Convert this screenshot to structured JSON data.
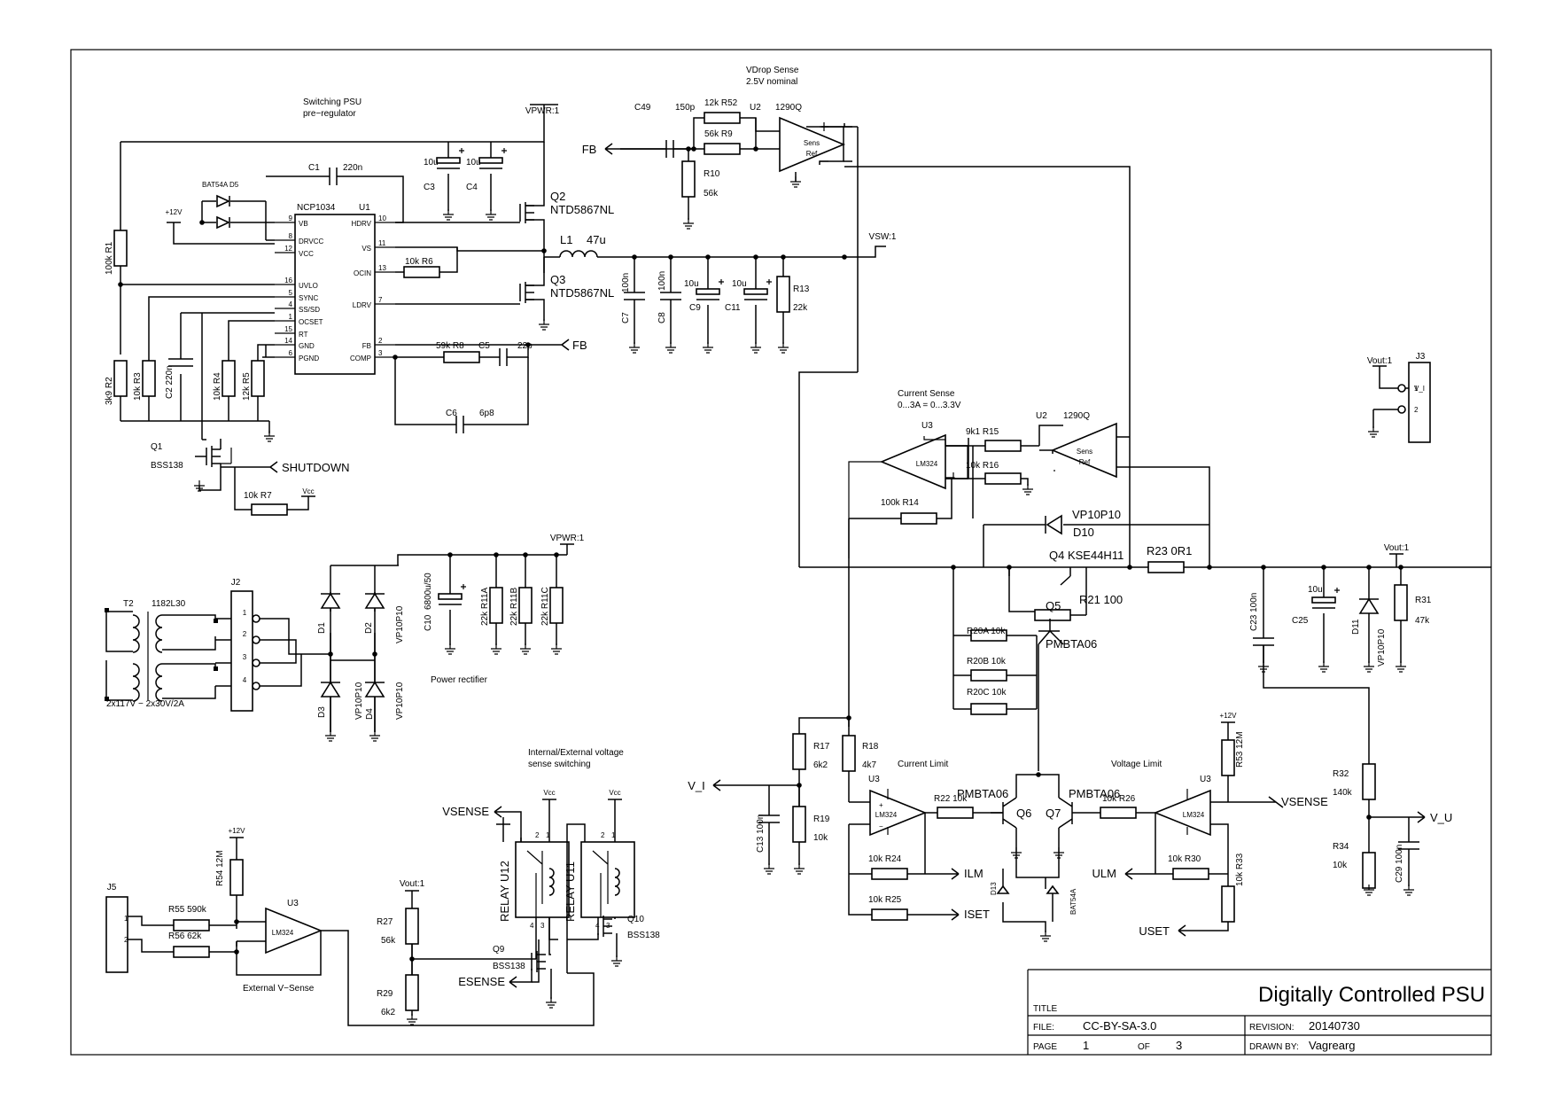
{
  "title_block": {
    "title_label": "TITLE",
    "title": "Digitally Controlled PSU",
    "file_label": "FILE:",
    "file": "CC-BY-SA-3.0",
    "revision_label": "REVISION:",
    "revision": "20140730",
    "page_label": "PAGE",
    "page": "1",
    "of_label": "OF",
    "of": "3",
    "drawn_by_label": "DRAWN BY:",
    "drawn_by": "Vagrearg"
  },
  "sections": {
    "switching_1": "Switching PSU",
    "switching_2": "pre−regulator",
    "vdrop_1": "VDrop Sense",
    "vdrop_2": "2.5V nominal",
    "current_sense_1": "Current Sense",
    "current_sense_2": "0...3A = 0...3.3V",
    "power_rectifier": "Power rectifier",
    "int_ext_1": "Internal/External voltage",
    "int_ext_2": "sense switching",
    "current_limit": "Current Limit",
    "voltage_limit": "Voltage Limit",
    "external_vsense": "External V−Sense"
  },
  "nets": {
    "vpwr": "VPWR:1",
    "vsw": "VSW:1",
    "vout": "Vout:1",
    "fb": "FB",
    "shutdown": "SHUTDOWN",
    "vcc": "Vcc",
    "p12v": "+12V",
    "v_i": "V_I",
    "v_u": "V_U",
    "vsense": "VSENSE",
    "esense": "ESENSE",
    "ilm": "ILM",
    "iset": "ISET",
    "ulm": "ULM",
    "uset": "USET"
  },
  "u1": {
    "ref": "U1",
    "part": "NCP1034",
    "left_pins": [
      {
        "num": "9",
        "name": "VB"
      },
      {
        "num": "8",
        "name": "DRVCC"
      },
      {
        "num": "12",
        "name": "VCC"
      },
      {
        "num": "16",
        "name": "UVLO"
      },
      {
        "num": "5",
        "name": "SYNC"
      },
      {
        "num": "4",
        "name": "SS/SD"
      },
      {
        "num": "1",
        "name": "OCSET"
      },
      {
        "num": "15",
        "name": "RT"
      },
      {
        "num": "14",
        "name": "GND"
      },
      {
        "num": "6",
        "name": "PGND"
      }
    ],
    "right_pins": [
      {
        "num": "10",
        "name": "HDRV"
      },
      {
        "num": "11",
        "name": "VS"
      },
      {
        "num": "13",
        "name": "OCIN"
      },
      {
        "num": "7",
        "name": "LDRV"
      },
      {
        "num": "2",
        "name": "FB"
      },
      {
        "num": "3",
        "name": "COMP"
      }
    ]
  },
  "labels": [
    {
      "id": "c1",
      "text": "C1"
    },
    {
      "id": "c1v",
      "text": "220n"
    },
    {
      "id": "d5",
      "text": "BAT54A   D5"
    },
    {
      "id": "c3v",
      "text": "10u"
    },
    {
      "id": "c3",
      "text": "C3"
    },
    {
      "id": "c4v",
      "text": "10u"
    },
    {
      "id": "c4",
      "text": "C4"
    },
    {
      "id": "q2",
      "text": "Q2"
    },
    {
      "id": "q2p",
      "text": "NTD5867NL"
    },
    {
      "id": "q3",
      "text": "Q3"
    },
    {
      "id": "q3p",
      "text": "NTD5867NL"
    },
    {
      "id": "l1",
      "text": "L1"
    },
    {
      "id": "l1v",
      "text": "47u"
    },
    {
      "id": "r6",
      "text": "10k  R6"
    },
    {
      "id": "r8",
      "text": "59k  R8"
    },
    {
      "id": "c5",
      "text": "C5"
    },
    {
      "id": "c5v",
      "text": "22p"
    },
    {
      "id": "c6",
      "text": "C6"
    },
    {
      "id": "c6v",
      "text": "6p8"
    },
    {
      "id": "c7",
      "text": "C7"
    },
    {
      "id": "c7v",
      "text": "100n"
    },
    {
      "id": "c8",
      "text": "C8"
    },
    {
      "id": "c8v",
      "text": "100n"
    },
    {
      "id": "c9v",
      "text": "10u"
    },
    {
      "id": "c9",
      "text": "C9"
    },
    {
      "id": "c11v",
      "text": "10u"
    },
    {
      "id": "c11",
      "text": "C11"
    },
    {
      "id": "r13",
      "text": "R13"
    },
    {
      "id": "r13v",
      "text": "22k"
    },
    {
      "id": "r1",
      "text": "100k  R1"
    },
    {
      "id": "r2",
      "text": "3k9  R2"
    },
    {
      "id": "r3",
      "text": "10k  R3"
    },
    {
      "id": "c2",
      "text": "C2   220n"
    },
    {
      "id": "r4",
      "text": "10k  R4"
    },
    {
      "id": "r5",
      "text": "12k  R5"
    },
    {
      "id": "q1",
      "text": "Q1"
    },
    {
      "id": "q1p",
      "text": "BSS138"
    },
    {
      "id": "r7",
      "text": "10k  R7"
    },
    {
      "id": "c49",
      "text": "C49"
    },
    {
      "id": "c49v",
      "text": "150p"
    },
    {
      "id": "r52",
      "text": "12k  R52"
    },
    {
      "id": "r9",
      "text": "56k  R9"
    },
    {
      "id": "r10",
      "text": "R10"
    },
    {
      "id": "r10v",
      "text": "56k"
    },
    {
      "id": "u2a",
      "text": "U2"
    },
    {
      "id": "u2ap",
      "text": "1290Q"
    },
    {
      "id": "u2b",
      "text": "U2"
    },
    {
      "id": "u2bp",
      "text": "1290Q"
    },
    {
      "id": "sens1",
      "text": "Sens"
    },
    {
      "id": "ref1",
      "text": "Ref"
    },
    {
      "id": "sens2",
      "text": "Sens"
    },
    {
      "id": "ref2",
      "text": "Ref"
    },
    {
      "id": "u3a",
      "text": "U3"
    },
    {
      "id": "lm324a",
      "text": "LM324"
    },
    {
      "id": "r15",
      "text": "9k1  R15"
    },
    {
      "id": "r16",
      "text": "10k  R16"
    },
    {
      "id": "r14",
      "text": "100k      R14"
    },
    {
      "id": "d10",
      "text": "VP10P10"
    },
    {
      "id": "d10r",
      "text": "D10"
    },
    {
      "id": "q4",
      "text": "Q4   KSE44H11"
    },
    {
      "id": "r23",
      "text": "R23  0R1"
    },
    {
      "id": "q5",
      "text": "Q5"
    },
    {
      "id": "r21",
      "text": "R21  100"
    },
    {
      "id": "r20a",
      "text": "R20A  10k"
    },
    {
      "id": "r20b",
      "text": "R20B  10k"
    },
    {
      "id": "r20c",
      "text": "R20C  10k"
    },
    {
      "id": "q5p",
      "text": "PMBTA06"
    },
    {
      "id": "c23",
      "text": "C23   100n"
    },
    {
      "id": "c25v",
      "text": "10u"
    },
    {
      "id": "c25",
      "text": "C25"
    },
    {
      "id": "d11",
      "text": "D11"
    },
    {
      "id": "d11p",
      "text": "VP10P10"
    },
    {
      "id": "r31",
      "text": "R31"
    },
    {
      "id": "r31v",
      "text": "47k"
    },
    {
      "id": "j3",
      "text": "J3"
    },
    {
      "id": "t2",
      "text": "T2"
    },
    {
      "id": "t2p",
      "text": "1182L30"
    },
    {
      "id": "t2r",
      "text": "2x117V − 2x30V/2A"
    },
    {
      "id": "j2",
      "text": "J2"
    },
    {
      "id": "d1",
      "text": "D1"
    },
    {
      "id": "d2",
      "text": "VP10P10"
    },
    {
      "id": "d2r",
      "text": "D2"
    },
    {
      "id": "d3",
      "text": "D3"
    },
    {
      "id": "d3p",
      "text": "VP10P10"
    },
    {
      "id": "d4",
      "text": "D4"
    },
    {
      "id": "d4p",
      "text": "VP10P10"
    },
    {
      "id": "d1p",
      "text": "VP10P10"
    },
    {
      "id": "c10",
      "text": "C10"
    },
    {
      "id": "c10v",
      "text": "6800u/50"
    },
    {
      "id": "r11a",
      "text": "22k  R11A"
    },
    {
      "id": "r11b",
      "text": "22k  R11B"
    },
    {
      "id": "r11c",
      "text": "22k  R11C"
    },
    {
      "id": "r17",
      "text": "R17"
    },
    {
      "id": "r17v",
      "text": "6k2"
    },
    {
      "id": "r18",
      "text": "R18"
    },
    {
      "id": "r18v",
      "text": "4k7"
    },
    {
      "id": "r19",
      "text": "R19"
    },
    {
      "id": "r19v",
      "text": "10k"
    },
    {
      "id": "c13",
      "text": "C13   100n"
    },
    {
      "id": "u3b",
      "text": "U3"
    },
    {
      "id": "lm324b",
      "text": "LM324"
    },
    {
      "id": "r22",
      "text": "R22  10k"
    },
    {
      "id": "pmb6",
      "text": "PMBTA06"
    },
    {
      "id": "q6",
      "text": "Q6"
    },
    {
      "id": "pmb7",
      "text": "PMBTA06"
    },
    {
      "id": "q7",
      "text": "Q7"
    },
    {
      "id": "r24",
      "text": "10k  R24"
    },
    {
      "id": "r25",
      "text": "10k  R25"
    },
    {
      "id": "d13",
      "text": "D13"
    },
    {
      "id": "bat54a",
      "text": "BAT54A"
    },
    {
      "id": "r26",
      "text": "10k  R26"
    },
    {
      "id": "u3c",
      "text": "U3"
    },
    {
      "id": "lm324c",
      "text": "LM324"
    },
    {
      "id": "r30",
      "text": "10k  R30"
    },
    {
      "id": "r33",
      "text": "10k  R33"
    },
    {
      "id": "r53",
      "text": "R53  12M"
    },
    {
      "id": "r32",
      "text": "R32"
    },
    {
      "id": "r32v",
      "text": "140k"
    },
    {
      "id": "r34",
      "text": "R34"
    },
    {
      "id": "r34v",
      "text": "10k"
    },
    {
      "id": "c29",
      "text": "C29   100n"
    },
    {
      "id": "j5",
      "text": "J5"
    },
    {
      "id": "r55",
      "text": "R55  590k"
    },
    {
      "id": "r56",
      "text": "R56  62k"
    },
    {
      "id": "r54",
      "text": "R54  12M"
    },
    {
      "id": "u3d",
      "text": "U3"
    },
    {
      "id": "lm324d",
      "text": "LM324"
    },
    {
      "id": "r27",
      "text": "R27"
    },
    {
      "id": "r27v",
      "text": "56k"
    },
    {
      "id": "r29",
      "text": "R29"
    },
    {
      "id": "r29v",
      "text": "6k2"
    },
    {
      "id": "relay12",
      "text": "RELAY  U12"
    },
    {
      "id": "relay11",
      "text": "RELAY  U11"
    },
    {
      "id": "q9",
      "text": "Q9"
    },
    {
      "id": "q9p",
      "text": "BSS138"
    },
    {
      "id": "q10",
      "text": "Q10"
    },
    {
      "id": "q10p",
      "text": "BSS138"
    }
  ]
}
